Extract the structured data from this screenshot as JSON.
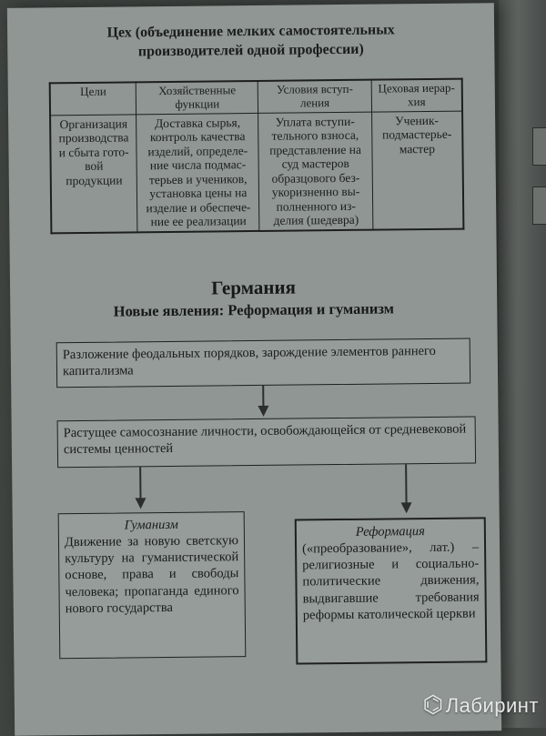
{
  "guild": {
    "title_line1": "Цех (объединение мелких самостоятельных",
    "title_line2": "производителей одной профессии)",
    "headers": [
      "Цели",
      "Хозяйственные функции",
      "Условия вступ- ления",
      "Цеховая иерар- хия"
    ],
    "row": [
      "Организация\nпроизводства\nи сбыта гото-\nвой продукции",
      "Доставка сырья,\nконтроль качества\nизделий, определе-\nние числа подмас-\nтерьев и учеников,\nустановка цены на\nизделие и обеспече-\nние ее реализации",
      "Уплата вступи-\nтельного взноса,\nпредставление на\nсуд мастеров\nобразцового без-\nукоризненно вы-\nполненного из-\nделия (шедевра)",
      "Ученик-\nподмастерье-\nмастер"
    ]
  },
  "section": {
    "country": "Германия",
    "subtitle": "Новые явления: Реформация и гуманизм"
  },
  "flow": {
    "box1": "Разложение феодальных порядков, зарождение элементов раннего капитализма",
    "box2": "Растущее самосознание личности, освобождающейся от средневековой системы ценностей",
    "humanism_title": "Гуманизм",
    "humanism_text": "Движение за новую светскую культуру на гуманистической основе, права и свободы человека; пропаганда единого нового государства",
    "reformation_title": "Реформация",
    "reformation_text": "(«преобразование», лат.) – религиозные и социально-политические движения, выдвигавшие требования реформы католической церкви"
  },
  "watermark": {
    "text": "Лабиринт",
    "icon": "labyrinth-logo-icon"
  }
}
